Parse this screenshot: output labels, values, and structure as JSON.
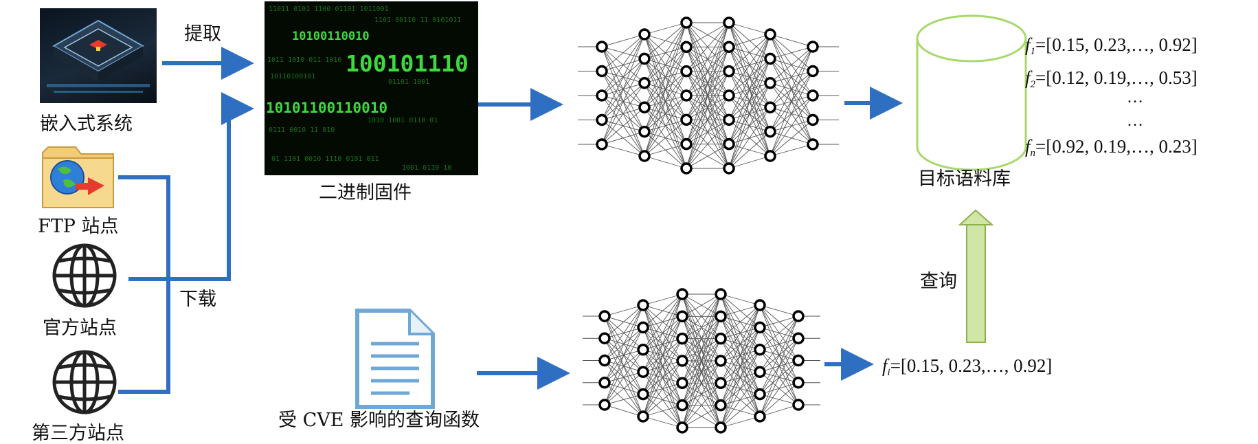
{
  "sources": {
    "embedded_label": "嵌入式系统",
    "ftp_label": "FTP 站点",
    "official_label": "官方站点",
    "third_party_label": "第三方站点"
  },
  "edges": {
    "extract_label": "提取",
    "download_label": "下载",
    "query_label": "查询"
  },
  "firmware": {
    "label": "二进制固件",
    "binary_lines": [
      "10100110010",
      "100101110",
      "10101100110010"
    ]
  },
  "query_function": {
    "label": "受 CVE 影响的查询函数"
  },
  "corpus": {
    "label": "目标语料库",
    "vectors": [
      {
        "name": "f",
        "sub": "1",
        "value": "=[0.15, 0.23,…, 0.92]"
      },
      {
        "name": "f",
        "sub": "2",
        "value": "=[0.12, 0.19,…, 0.53]"
      },
      {
        "name": "f",
        "sub": "n",
        "value": "=[0.92, 0.19,…, 0.23]"
      }
    ],
    "ellipsis": "…"
  },
  "query_vector": {
    "name": "f",
    "sub": "i",
    "value": "=[0.15, 0.23,…, 0.92]"
  },
  "colors": {
    "arrow_blue": "#2f6fc1",
    "query_arrow_green": "#cfe6a6",
    "cylinder_green": "#a6d96a",
    "doc_blue": "#6fa8d6",
    "binary_green": "#3fd83f",
    "folder_tan": "#f2cc7a"
  },
  "icons": {
    "embedded": "chip-icon",
    "ftp": "folder-globe-icon",
    "official": "globe-icon",
    "third_party": "globe-icon",
    "query_function": "document-icon",
    "corpus": "database-cylinder-icon"
  }
}
